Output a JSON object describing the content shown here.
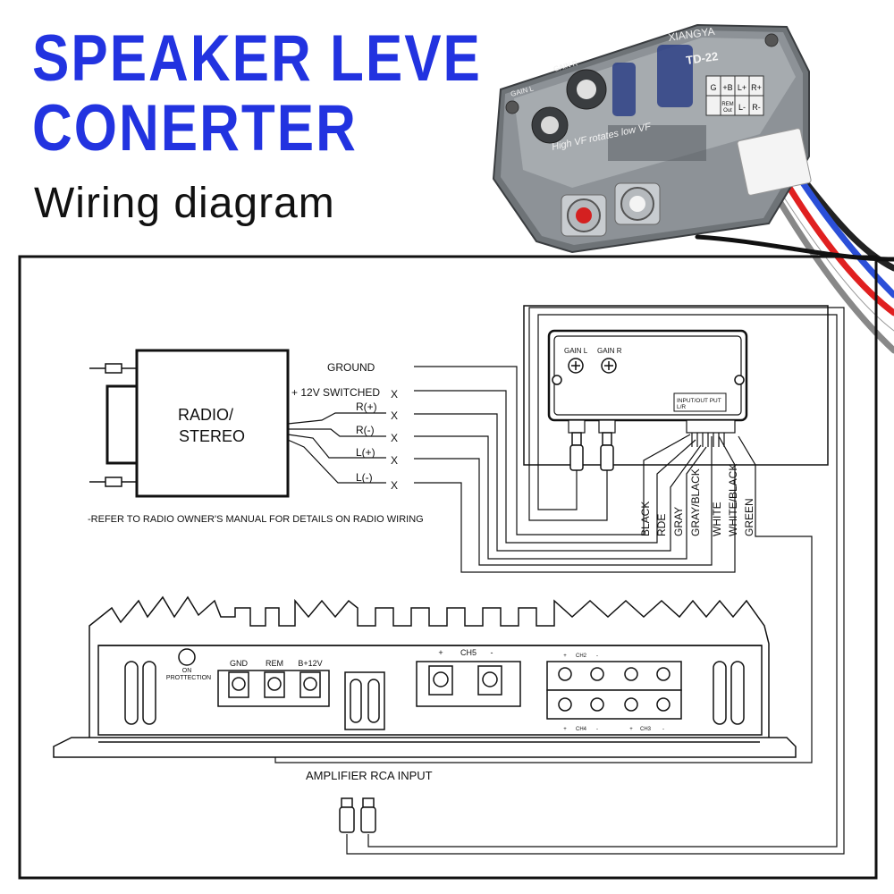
{
  "header": {
    "title_line1": "SPEAKER LEVE",
    "title_line2": "CONERTER",
    "subtitle": "Wiring diagram"
  },
  "product": {
    "brand": "XIANGYA",
    "model": "TD-22",
    "gain_l": "GAIN L",
    "gain_r": "GAIN R",
    "caption": "High VF rotates low VF",
    "terminal_labels": [
      "G",
      "+B",
      "L+",
      "R+",
      "REM",
      "Out",
      "L-",
      "R-"
    ]
  },
  "radio": {
    "label_line1": "RADIO/",
    "label_line2": "STEREO",
    "note": "-REFER TO RADIO OWNER'S MANUAL FOR DETAILS ON RADIO WIRING"
  },
  "radio_wires": [
    {
      "label": "GROUND",
      "mark": ""
    },
    {
      "label": "+ 12V SWITCHED",
      "mark": "X"
    },
    {
      "label": "R(+)",
      "mark": "X"
    },
    {
      "label": "R(-)",
      "mark": "X"
    },
    {
      "label": "L(+)",
      "mark": "X"
    },
    {
      "label": "L(-)",
      "mark": "X"
    }
  ],
  "converter": {
    "gain_l": "GAIN L",
    "gain_r": "GAIN R",
    "io_label_line1": "INPUT/OUT PUT",
    "io_label_line2": "L/R"
  },
  "wire_colors": [
    "BLACK",
    "RDE",
    "GRAY",
    "GRAY/BLACK",
    "WHITE",
    "WHITE/BLACK",
    "GREEN"
  ],
  "amplifier": {
    "protection_line1": "ON",
    "protection_line2": "PROTTECTION",
    "power_terminals": [
      "GND",
      "REM",
      "B+12V"
    ],
    "ch5_plus": "+",
    "ch5_label": "CH5",
    "ch5_minus": "-",
    "ch2_label": "CH2",
    "ch3_label": "CH3",
    "ch4_label": "CH4",
    "plus": "+",
    "minus": "-",
    "rca_input_label": "AMPLIFIER RCA INPUT"
  },
  "colors": {
    "title": "#2233e0",
    "line": "#111111",
    "case": "#8a8f94",
    "rca_red": "#d42020"
  }
}
